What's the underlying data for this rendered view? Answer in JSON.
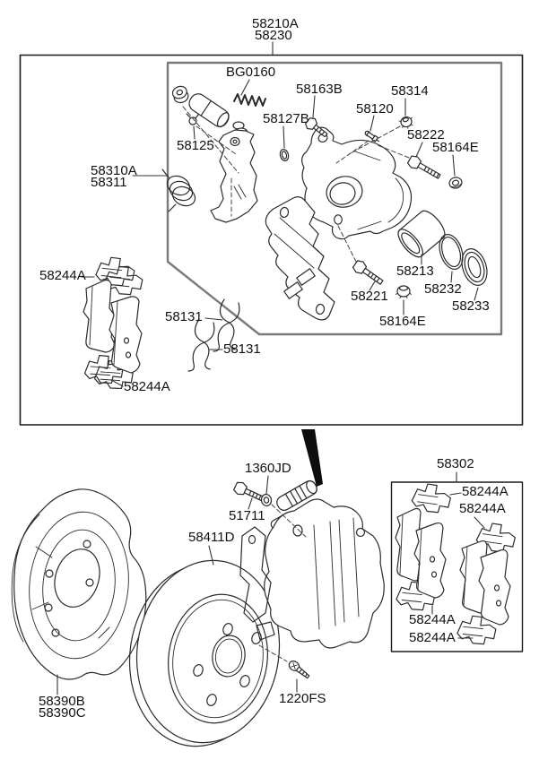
{
  "diagram": {
    "colors": {
      "background": "#ffffff",
      "line": "#2b2b2b",
      "outer_frame": "#1a1a1a",
      "inner_frame": "#7a7a7a",
      "arrow": "#0d0d0d",
      "text": "#111111"
    },
    "labels": [
      {
        "id": "caliper-kit-top-1",
        "text": "58210A"
      },
      {
        "id": "caliper-kit-top-2",
        "text": "58230"
      },
      {
        "id": "spring-bg0160",
        "text": "BG0160"
      },
      {
        "id": "bolt-58163b",
        "text": "58163B"
      },
      {
        "id": "cap-58314",
        "text": "58314"
      },
      {
        "id": "bleeder-58120",
        "text": "58120"
      },
      {
        "id": "oring-58127b",
        "text": "58127B"
      },
      {
        "id": "bolt-58222",
        "text": "58222"
      },
      {
        "id": "bushing-58164e-1",
        "text": "58164E"
      },
      {
        "id": "clip-58125",
        "text": "58125"
      },
      {
        "id": "lever-58310a",
        "text": "58310A"
      },
      {
        "id": "lever-58311",
        "text": "58311"
      },
      {
        "id": "padclip-58244a-ul",
        "text": "58244A"
      },
      {
        "id": "spring-58131-1",
        "text": "58131"
      },
      {
        "id": "spring-58131-2",
        "text": "58131"
      },
      {
        "id": "padclip-58244a-ll",
        "text": "58244A"
      },
      {
        "id": "piston-58213",
        "text": "58213"
      },
      {
        "id": "bolt-58221",
        "text": "58221"
      },
      {
        "id": "seal-58232",
        "text": "58232"
      },
      {
        "id": "boot-58233",
        "text": "58233"
      },
      {
        "id": "cap-58164e-2",
        "text": "58164E"
      },
      {
        "id": "washer-1360jd",
        "text": "1360JD"
      },
      {
        "id": "bolt-51711",
        "text": "51711"
      },
      {
        "id": "disc-58411d",
        "text": "58411D"
      },
      {
        "id": "padkit-58302",
        "text": "58302"
      },
      {
        "id": "padclip-58244a-r1",
        "text": "58244A"
      },
      {
        "id": "padclip-58244a-r2",
        "text": "58244A"
      },
      {
        "id": "padclip-58244a-r3",
        "text": "58244A"
      },
      {
        "id": "padclip-58244a-r4",
        "text": "58244A"
      },
      {
        "id": "shield-58390b",
        "text": "58390B"
      },
      {
        "id": "shield-58390c",
        "text": "58390C"
      },
      {
        "id": "screw-1220fs",
        "text": "1220FS"
      }
    ]
  }
}
